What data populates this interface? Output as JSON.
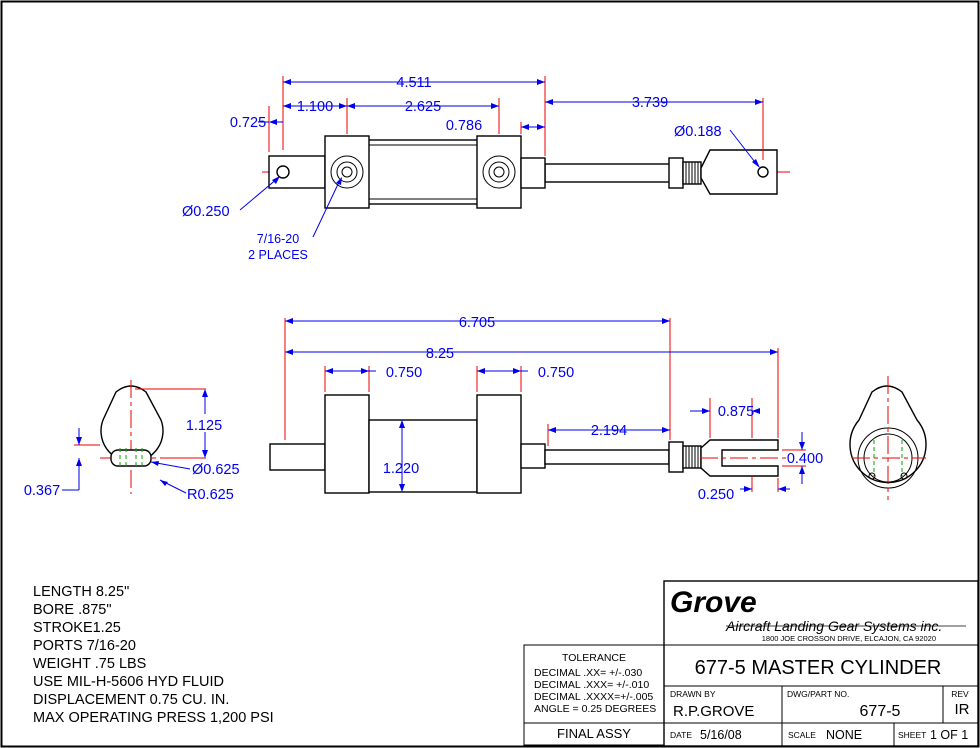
{
  "top_view": {
    "dims": {
      "overall": "4.511",
      "gap": "1.100",
      "port_spacing": "2.625",
      "end_offset": "0.725",
      "block_width": "0.786",
      "rod_extension": "3.739",
      "clevis_hole": "Ø0.188",
      "pin_hole": "Ø0.250"
    },
    "port_note_line1": "7/16-20",
    "port_note_line2": "2 PLACES"
  },
  "side_view": {
    "dims": {
      "length_a": "6.705",
      "length_b": "8.25",
      "block_left": "0.750",
      "block_right": "0.750",
      "rod_len": "2.194",
      "clevis_slot": "0.875",
      "body_height": "1.220",
      "clevis_gap": "0.400",
      "clevis_tab": "0.250"
    }
  },
  "end_view": {
    "dims": {
      "height": "1.125",
      "offset": "0.367",
      "hole": "Ø0.625",
      "radius": "R0.625"
    }
  },
  "specs": [
    "LENGTH 8.25\"",
    "BORE .875\"",
    "STROKE1.25",
    "PORTS 7/16-20",
    "WEIGHT .75 LBS",
    "USE MIL-H-5606 HYD FLUID",
    "DISPLACEMENT 0.75 CU. IN.",
    "MAX OPERATING PRESS 1,200 PSI"
  ],
  "tolerance": {
    "title": "TOLERANCE",
    "lines": [
      "DECIMAL .XX= +/-.030",
      "DECIMAL .XXX= +/-.010",
      "DECIMAL .XXXX=+/-.005",
      "ANGLE = 0.25 DEGREES"
    ]
  },
  "title_block": {
    "company": "Grove",
    "company_sub": "Aircraft Landing Gear Systems inc.",
    "address": "1800 JOE CROSSON DRIVE, ELCAJON, CA 92020",
    "title": "677-5 MASTER CYLINDER",
    "drawn_by_label": "DRAWN BY",
    "drawn_by": "R.P.GROVE",
    "dwg_label": "DWG/PART NO.",
    "dwg_no": "677-5",
    "rev_label": "REV",
    "rev": "IR",
    "final": "FINAL ASSY",
    "date_label": "DATE",
    "date": "5/16/08",
    "scale_label": "SCALE",
    "scale": "NONE",
    "sheet_label": "SHEET",
    "sheet": "1 OF 1"
  }
}
